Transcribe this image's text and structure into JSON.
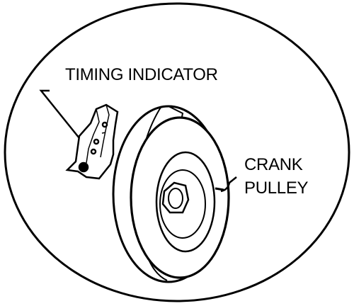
{
  "diagram": {
    "labels": {
      "timing_indicator": "TIMING INDICATOR",
      "crank_line1": "CRANK",
      "crank_line2": "PULLEY"
    },
    "colors": {
      "ink": "#000000",
      "background": "#ffffff"
    }
  }
}
